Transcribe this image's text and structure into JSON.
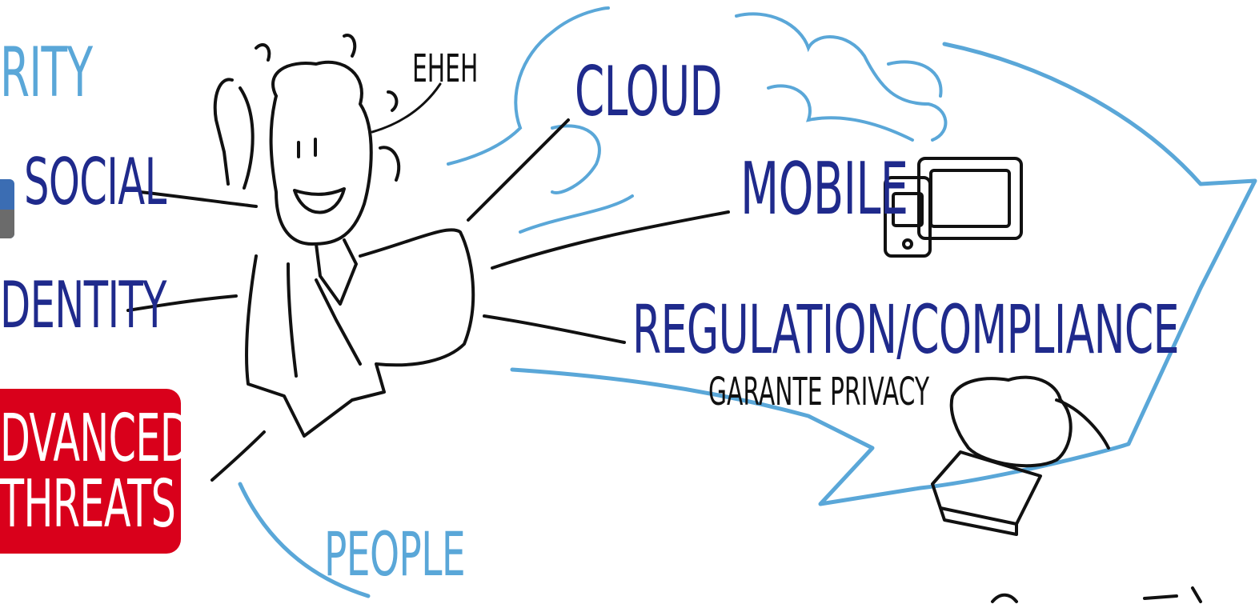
{
  "labels": {
    "security": "RITY",
    "social": "SOCIAL",
    "identity": "DENTITY",
    "advanced_line1": "DVANCED",
    "advanced_line2": "THREATS",
    "eheh": "EHEH",
    "cloud": "CLOUD",
    "mobile": "MOBILE",
    "regulation": "REGULATION/COMPLIANCE",
    "garante": "GARANTE PRIVACY",
    "people": "PEOPLE"
  },
  "colors": {
    "navy_text": "#1f2a8c",
    "light_blue": "#5aa7d8",
    "badge_red": "#d9001b",
    "ink": "#111111"
  }
}
